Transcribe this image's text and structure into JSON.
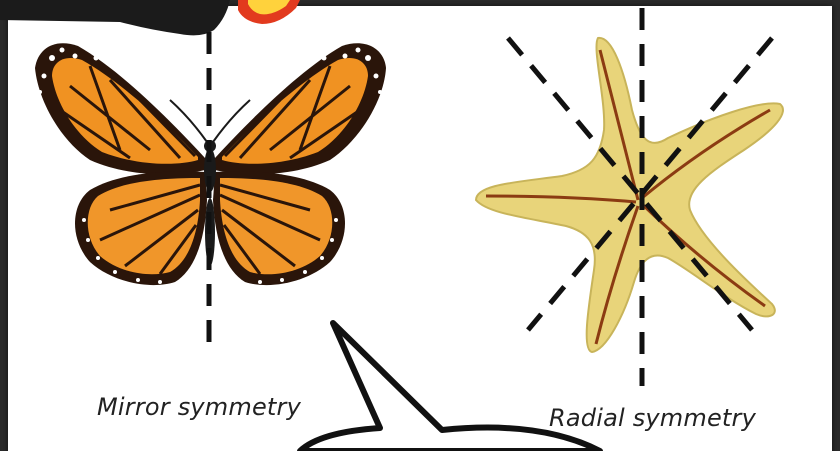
{
  "captions": {
    "mirror": "Mirror symmetry",
    "radial": "Radial symmetry"
  },
  "colors": {
    "frame": "#2b2b2b",
    "panel": "#ffffff",
    "wing_orange": "#f09222",
    "wing_border": "#2a150a",
    "starfish": "#e8d47a",
    "starfish_groove": "#8b3b12",
    "top_badge": "#e23a1e"
  },
  "icons": {
    "butterfly": "monarch-butterfly",
    "starfish": "sea-star",
    "speech_bubble": "speech-bubble"
  }
}
